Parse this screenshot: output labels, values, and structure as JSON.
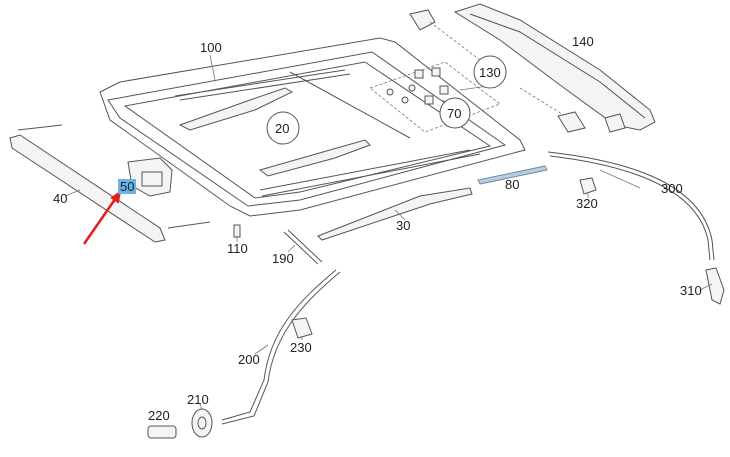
{
  "callouts": {
    "c100": "100",
    "c140": "140",
    "c130": "130",
    "c70": "70",
    "c20": "20",
    "c40": "40",
    "c50": "50",
    "c80": "80",
    "c30": "30",
    "c300": "300",
    "c320": "320",
    "c110": "110",
    "c190": "190",
    "c310": "310",
    "c230": "230",
    "c200": "200",
    "c210": "210",
    "c220": "220"
  },
  "colors": {
    "highlight": "#6ab4e8",
    "arrow": "#e01f1f",
    "line": "#555555"
  }
}
